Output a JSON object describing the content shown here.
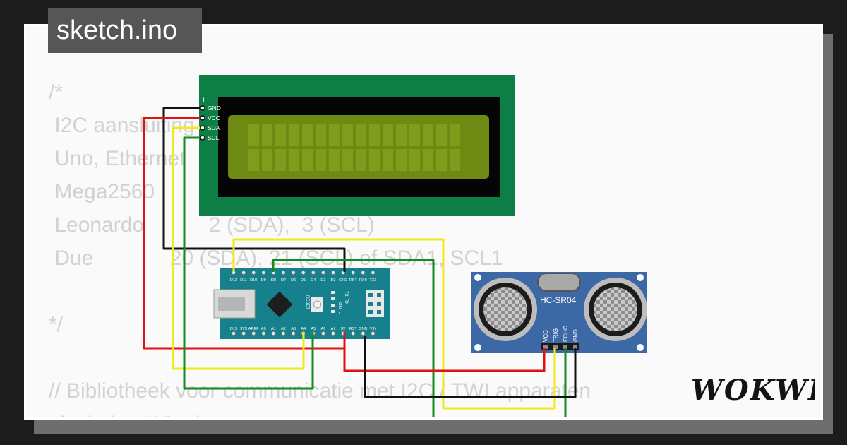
{
  "tab": {
    "title": "sketch.ino"
  },
  "code_lines": [
    "/*",
    " I2C aansluiting",
    " Uno, Ethernet",
    " Mega2560",
    " Leonardo           2 (SDA),  3 (SCL)",
    " Due             20 (SDA), 21 (SCL) of SDA1, SCL1",
    "",
    "*/",
    "",
    "// Bibliotheek voor communicatie met I2C / TWI apparaten",
    "#include <Wire.h>"
  ],
  "lcd": {
    "pin_index": "1",
    "pins": [
      "GND",
      "VCC",
      "SDA",
      "SCL"
    ]
  },
  "nano": {
    "top_pins": [
      "D12",
      "D11",
      "D10",
      "D9",
      "D8",
      "D7",
      "D6",
      "D5",
      "D4",
      "D3",
      "D2",
      "GND",
      "RST",
      "RX0",
      "TX1"
    ],
    "bottom_pins": [
      "D13",
      "3V3",
      "AREF",
      "A0",
      "A1",
      "A2",
      "A3",
      "A4",
      "A5",
      "A6",
      "A7",
      "5V",
      "RST",
      "GND",
      "VIN"
    ],
    "reset_label": "RESET",
    "led_labels": [
      "TX",
      "RX",
      "ON",
      "L"
    ]
  },
  "sensor": {
    "name": "HC-SR04",
    "pins": [
      "VCC",
      "TRIG",
      "ECHO",
      "GND"
    ]
  },
  "brand": {
    "logo_text": "WOKWI"
  },
  "colors": {
    "wire_black": "#111111",
    "wire_red": "#e0120f",
    "wire_yellow": "#f2ea18",
    "wire_green": "#118c1f",
    "lcd_board": "#0d7f46",
    "lcd_screen": "#6e8a12",
    "nano_board": "#16818c",
    "sensor_board": "#3c68a6"
  }
}
